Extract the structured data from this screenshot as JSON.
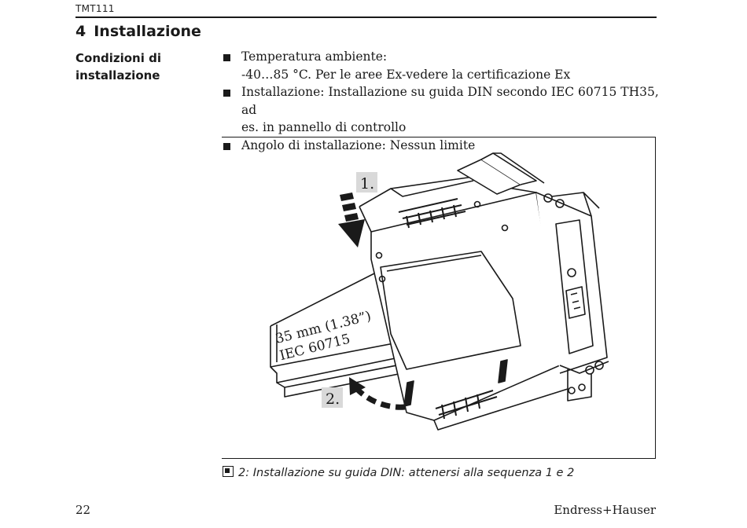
{
  "header": {
    "doc_id": "TMT111"
  },
  "section": {
    "number": "4",
    "title": "Installazione"
  },
  "side_label": "Condizioni di installazione",
  "bullets": [
    {
      "line1": "Temperatura ambiente:",
      "line2": "-40…85 °C. Per le aree Ex-vedere la certificazione Ex"
    },
    {
      "line1": "Installazione: Installazione su guida DIN secondo IEC 60715 TH35, ad",
      "line2": "es. in pannello di controllo"
    },
    {
      "line1": "Angolo di installazione: Nessun limite",
      "line2": ""
    }
  ],
  "figure": {
    "step1": "1.",
    "step2": "2.",
    "rail_label_1": "35 mm (1.38”)",
    "rail_label_2": "IEC 60715",
    "caption_number": "2:",
    "caption_text": "Installazione su guida DIN: attenersi alla sequenza 1 e 2"
  },
  "footer": {
    "page_number": "22",
    "brand": "Endress+Hauser"
  }
}
